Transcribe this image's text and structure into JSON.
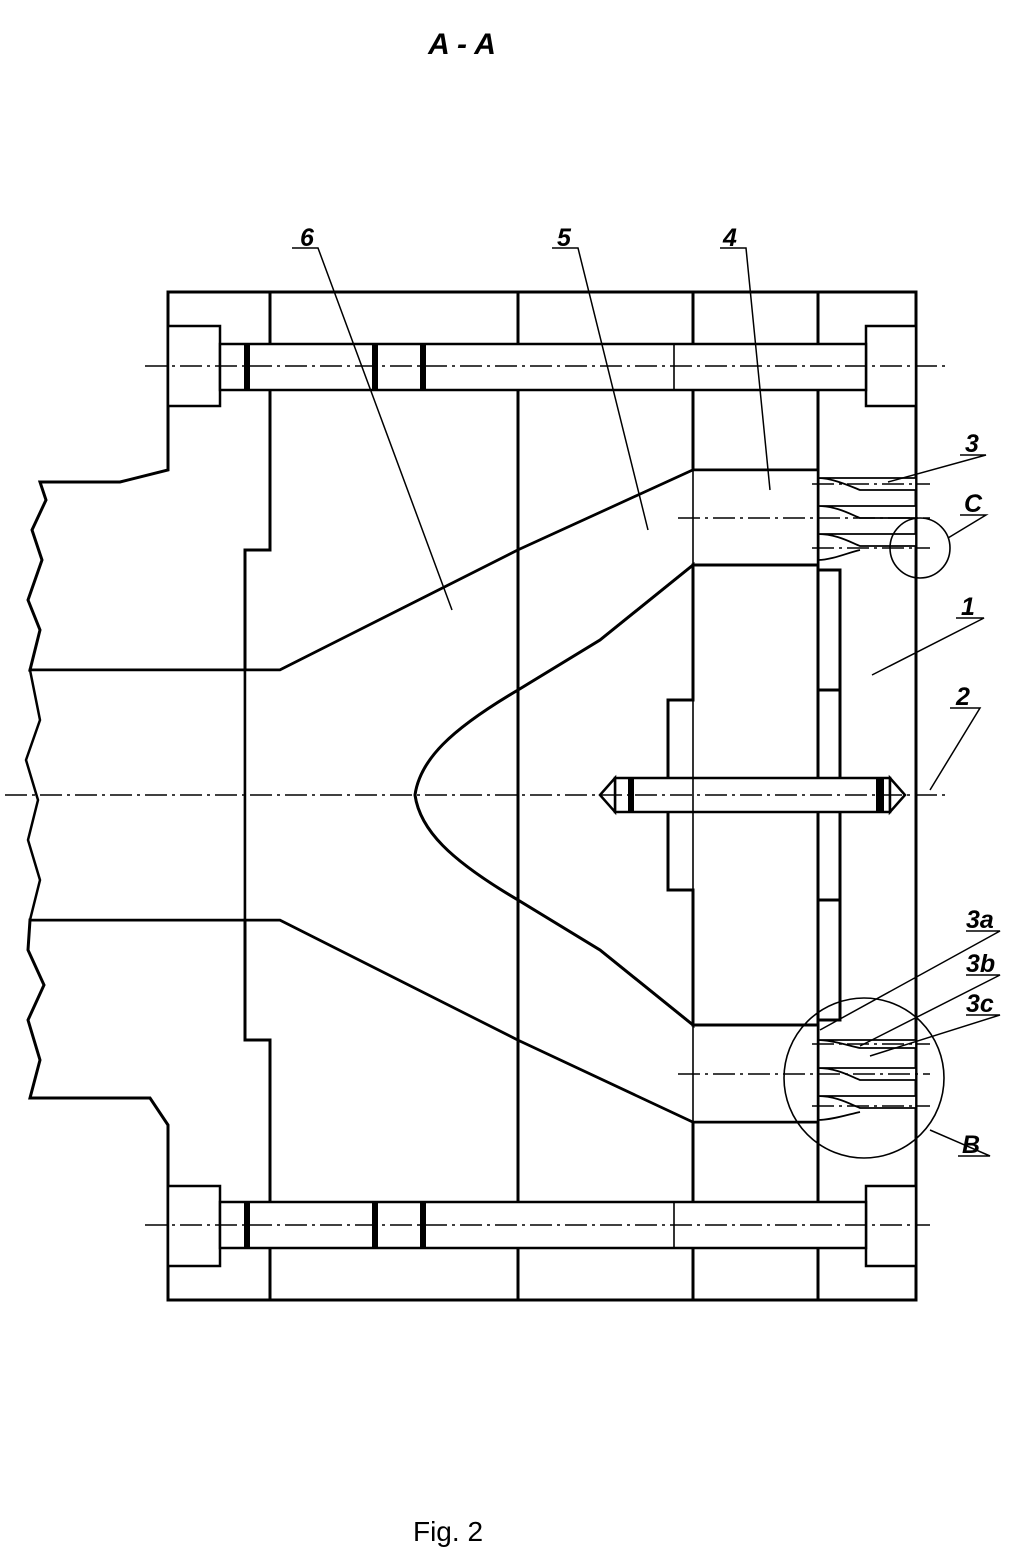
{
  "figure": {
    "section_title": "A - A",
    "caption": "Fig. 2"
  },
  "reference_labels": {
    "part_6": "6",
    "part_5": "5",
    "part_4": "4",
    "part_3": "3",
    "detail_c": "C",
    "part_1": "1",
    "part_2": "2",
    "part_3a": "3a",
    "part_3b": "3b",
    "part_3c": "3c",
    "detail_b": "B"
  }
}
